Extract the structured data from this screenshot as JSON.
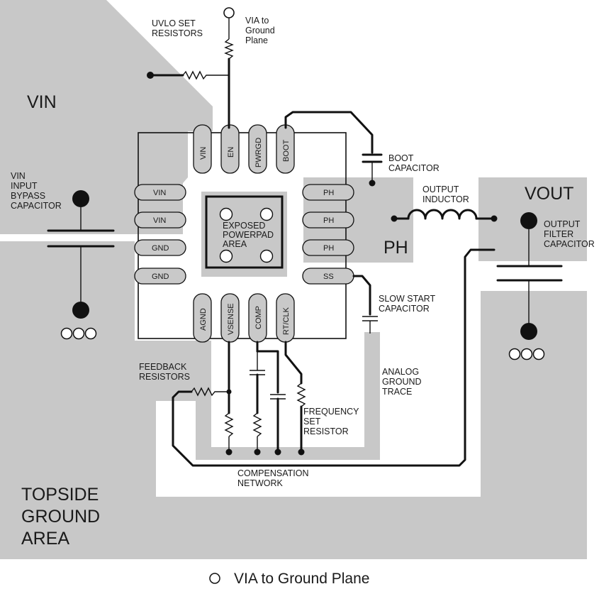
{
  "areas": {
    "vin": "VIN",
    "vout": "VOUT",
    "ph": "PH",
    "ground_line1": "TOPSIDE",
    "ground_line2": "GROUND",
    "ground_line3": "AREA"
  },
  "pins": {
    "top": [
      "VIN",
      "EN",
      "PWRGD",
      "BOOT"
    ],
    "left": [
      "VIN",
      "VIN",
      "GND",
      "GND"
    ],
    "right": [
      "PH",
      "PH",
      "PH",
      "SS"
    ],
    "bottom": [
      "AGND",
      "VSENSE",
      "COMP",
      "RT/CLK"
    ]
  },
  "powerpad": [
    "EXPOSED",
    "POWERPAD",
    "AREA"
  ],
  "labels": {
    "uvlo": [
      "UVLO SET",
      "RESISTORS"
    ],
    "via_to_gp": [
      "VIA to",
      "Ground",
      "Plane"
    ],
    "vin_cap": [
      "VIN",
      "INPUT",
      "BYPASS",
      "CAPACITOR"
    ],
    "boot_cap": [
      "BOOT",
      "CAPACITOR"
    ],
    "out_ind": [
      "OUTPUT",
      "INDUCTOR"
    ],
    "out_cap": [
      "OUTPUT",
      "FILTER",
      "CAPACITOR"
    ],
    "slow_start": [
      "SLOW START",
      "CAPACITOR"
    ],
    "analog_gnd": [
      "ANALOG",
      "GROUND",
      "TRACE"
    ],
    "feedback": [
      "FEEDBACK",
      "RESISTORS"
    ],
    "freq_set": [
      "FREQUENCY",
      "SET",
      "RESISTOR"
    ],
    "compensation": [
      "COMPENSATION",
      "NETWORK"
    ]
  },
  "legend": {
    "symbol": "○",
    "text": "VIA to Ground Plane"
  }
}
